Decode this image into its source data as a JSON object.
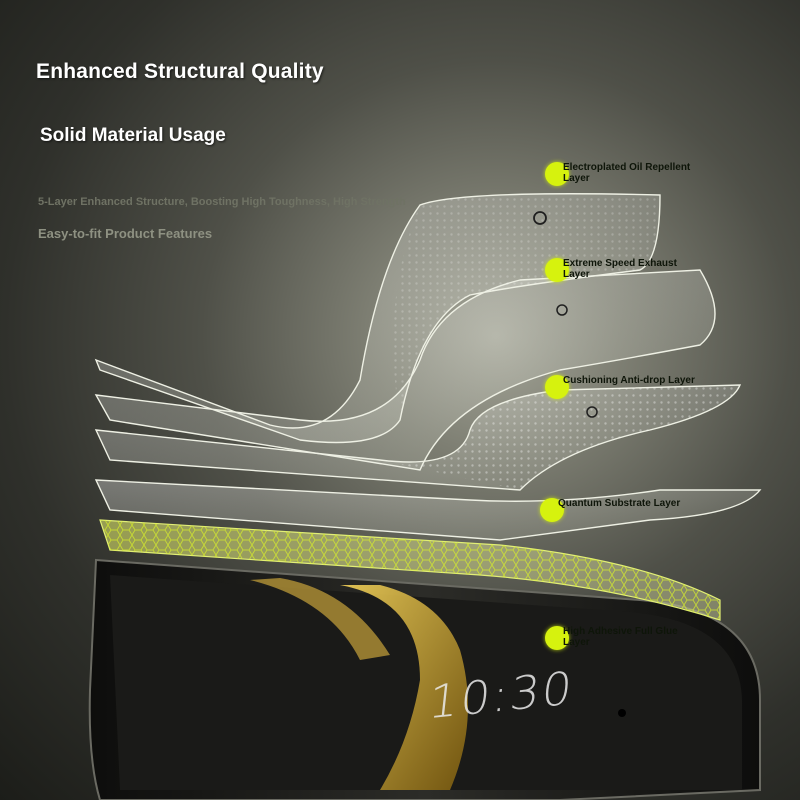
{
  "title": "Enhanced Structural Quality",
  "subtitle": "Solid Material Usage",
  "description_1": "5-Layer Enhanced Structure, Boosting High Toughness, High Strength",
  "description_2": "Easy-to-fit Product Features",
  "layers": [
    {
      "label": "Electroplated Oil Repellent Layer"
    },
    {
      "label": "Extreme Speed Exhaust Layer"
    },
    {
      "label": "Cushioning Anti-drop Layer"
    },
    {
      "label": "Quantum Substrate Layer"
    },
    {
      "label": "High Adhesive Full Glue Layer"
    }
  ],
  "phone_screen": {
    "clock": "10:30"
  },
  "colors": {
    "accent": "#d6f20e",
    "heading": "#ffffff",
    "background": "#3a3b35"
  }
}
